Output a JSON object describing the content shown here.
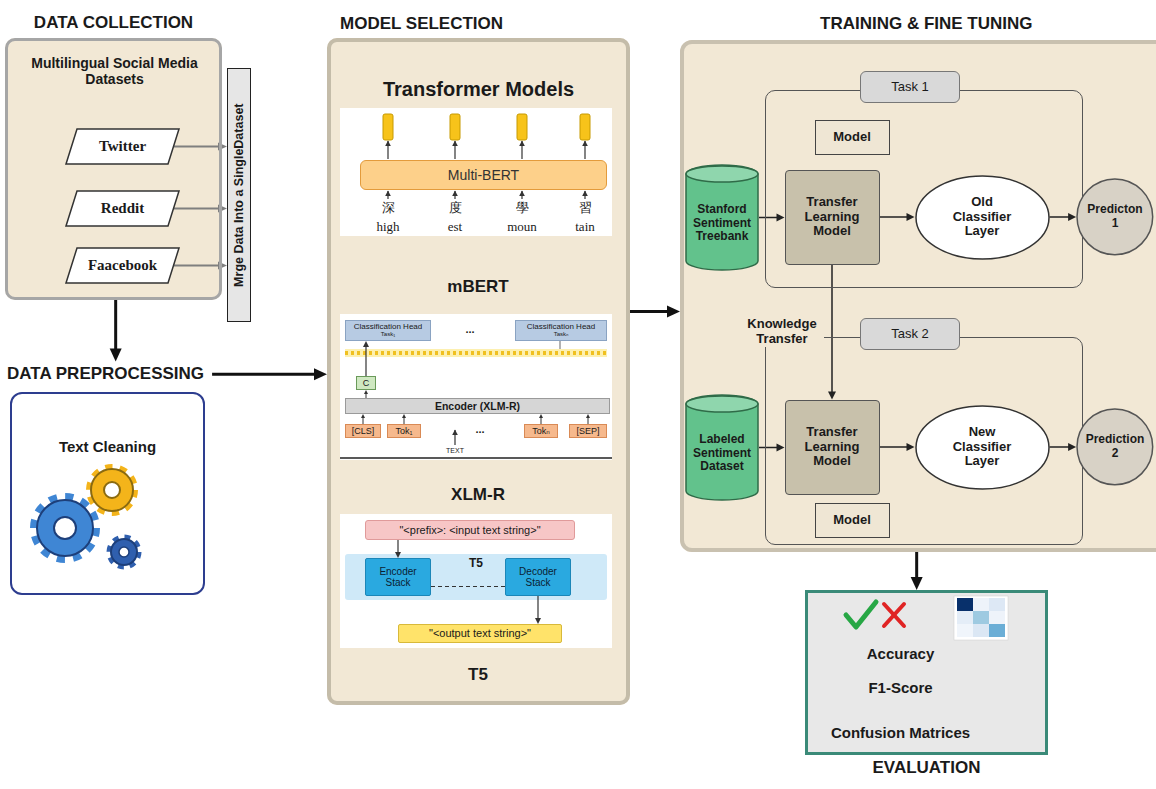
{
  "diagram": {
    "nodes": [
      {
        "text": [
          "DATA COLLECTION",
          "Multilingual Social Media Datasets"
        ]
      },
      {
        "text": [
          "Twitter"
        ],
        "in": 0
      },
      {
        "text": [
          "Reddit"
        ],
        "in": 0
      },
      {
        "text": [
          "Faacebook"
        ],
        "in": 0
      },
      {
        "text": [
          "Mrge Data Into a SingleDataset"
        ]
      },
      {
        "text": [
          "DATA PREPROCESSING",
          "Text Cleaning"
        ]
      },
      {
        "text": [
          "MODEL SELECTION",
          "Transformer Models"
        ]
      },
      {
        "text": [
          "Multi-BERT"
        ],
        "in": 6
      },
      {
        "text": [
          "Classification Head",
          "Task₁"
        ],
        "in": 6
      },
      {
        "text": [
          "Classification Head",
          "Taskₙ"
        ],
        "in": 6
      },
      {
        "text": [
          "C"
        ],
        "in": 6
      },
      {
        "text": [
          "Encoder (XLM-R)"
        ],
        "in": 6
      },
      {
        "text": [
          "[CLS]"
        ],
        "in": 6
      },
      {
        "text": [
          "Tok₁"
        ],
        "in": 6
      },
      {
        "text": [
          "Tokₙ"
        ],
        "in": 6
      },
      {
        "text": [
          "[SEP]"
        ],
        "in": 6
      },
      {
        "text": [
          "\"<prefix>: <input text string>\""
        ],
        "in": 6
      },
      {
        "text": [
          "T5"
        ],
        "in": 6
      },
      {
        "text": [
          "Encoder Stack"
        ],
        "in": 17
      },
      {
        "text": [
          "Decoder Stack"
        ],
        "in": 17
      },
      {
        "text": [
          "\"<output text string>\""
        ],
        "in": 6
      },
      {
        "text": [
          "TRAINING & FINE TUNING"
        ]
      },
      {
        "text": [
          "Task 1"
        ],
        "in": 21
      },
      {
        "text": [
          "Model"
        ],
        "in": 22
      },
      {
        "text": [
          "Transfer Learning Model"
        ],
        "in": 22
      },
      {
        "text": [
          "Old Classifier Layer"
        ],
        "in": 22
      },
      {
        "text": [
          "Stanford Sentiment Treebank"
        ],
        "in": 21
      },
      {
        "text": [
          "Predicton 1"
        ],
        "in": 21
      },
      {
        "text": [
          "Task 2"
        ],
        "in": 21
      },
      {
        "text": [
          "Transfer Learning Model"
        ],
        "in": 28
      },
      {
        "text": [
          "New Classifier Layer"
        ],
        "in": 28
      },
      {
        "text": [
          "Model"
        ],
        "in": 28
      },
      {
        "text": [
          "Labeled Sentiment Dataset"
        ],
        "in": 21
      },
      {
        "text": [
          "Prediction 2"
        ],
        "in": 21
      },
      {
        "text": [
          "Accuracy",
          "F1-Score",
          "Confusion Matrices",
          "EVALUATION"
        ]
      }
    ],
    "edges": [
      {
        "from": 1,
        "to": 4,
        "arrow": "to"
      },
      {
        "from": 2,
        "to": 4,
        "arrow": "to"
      },
      {
        "from": 3,
        "to": 4,
        "arrow": "to"
      },
      {
        "from": 0,
        "to": 5,
        "arrow": "to"
      },
      {
        "from": 5,
        "to": 6,
        "arrow": "to"
      },
      {
        "from": 6,
        "to": 21,
        "arrow": "to"
      },
      {
        "from": 21,
        "to": 34,
        "arrow": "to"
      },
      {
        "from": 12,
        "to": 11,
        "arrow": "to"
      },
      {
        "from": 13,
        "to": 11,
        "arrow": "to"
      },
      {
        "from": 14,
        "to": 11,
        "arrow": "to"
      },
      {
        "from": 15,
        "to": 11,
        "arrow": "to"
      },
      {
        "from": 11,
        "to": 10,
        "arrow": "to"
      },
      {
        "from": 10,
        "to": 8,
        "arrow": "to"
      },
      {
        "from": 16,
        "to": 18,
        "arrow": "to"
      },
      {
        "from": 18,
        "to": 19,
        "arrow": "none"
      },
      {
        "from": 19,
        "to": 20,
        "arrow": "to"
      },
      {
        "from": 26,
        "to": 24,
        "arrow": "to"
      },
      {
        "from": 24,
        "to": 25,
        "arrow": "to"
      },
      {
        "from": 25,
        "to": 27,
        "arrow": "to"
      },
      {
        "from": 24,
        "to": 29,
        "arrow": "to",
        "label": "Knowledge Transfer"
      },
      {
        "from": 32,
        "to": 29,
        "arrow": "to"
      },
      {
        "from": 29,
        "to": 30,
        "arrow": "to"
      },
      {
        "from": 30,
        "to": 33,
        "arrow": "to"
      }
    ],
    "labels": [
      "深",
      "度",
      "學",
      "習",
      "high",
      "est",
      "moun",
      "tain",
      "mBERT",
      "...",
      "...",
      "TEXT",
      "XLM-R",
      "T5"
    ]
  }
}
